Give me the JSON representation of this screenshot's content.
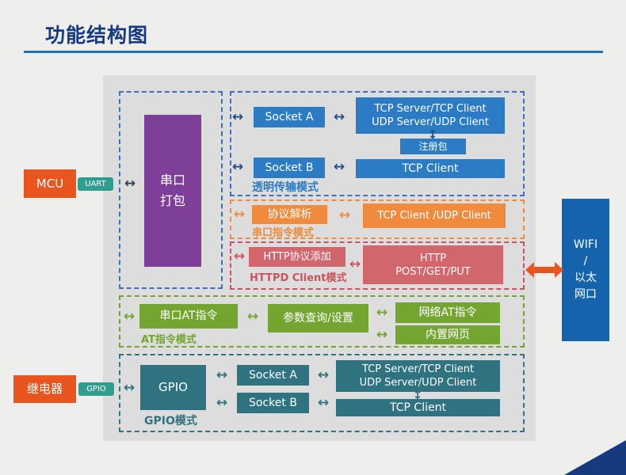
{
  "palette": {
    "bg": "#eeefec",
    "panel": "#dcdddc",
    "navy": "#173a7e",
    "rule-blue": "#1e74b8",
    "blue": "#2b7cc5",
    "blue-border": "#3d6fc1",
    "arrow-navy": "#1f4e8c",
    "purple": "#7d3f98",
    "orange": "#f08a3d",
    "orange-red": "#e8551e",
    "red": "#d2666d",
    "red-border": "#c9545e",
    "green": "#74a531",
    "teal": "#2f7280",
    "teal-badge": "#2f9e8f",
    "wifi-blue": "#1563ac",
    "arrow-dark": "#333f52"
  },
  "icons": {
    "h_arrow": "↔",
    "v_arrow": "↕"
  },
  "title": "功能结构图",
  "left": {
    "mcu": "MCU",
    "uart": "UART",
    "relay": "继电器",
    "gpio": "GPIO"
  },
  "right": {
    "wifi": [
      "WIFI",
      "/",
      "以太",
      "网口"
    ]
  },
  "serial_pack": {
    "line1": "串口",
    "line2": "打包"
  },
  "transparent": {
    "socket_a": "Socket A",
    "socket_b": "Socket B",
    "server1": "TCP Server/TCP Client",
    "server2": "UDP Server/UDP Client",
    "register": "注册包",
    "tcp_client": "TCP Client",
    "label": "透明传输模式"
  },
  "serial_cmd": {
    "parse": "协议解析",
    "client": "TCP Client /UDP Client",
    "label": "串口指令模式"
  },
  "httpd": {
    "add": "HTTP协议添加",
    "http1": "HTTP",
    "http2": "POST/GET/PUT",
    "label": "HTTPD Client模式"
  },
  "at": {
    "serial_at": "串口AT指令",
    "query": "参数查询/设置",
    "net_at": "网络AT指令",
    "web": "内置网页",
    "label": "AT指令模式"
  },
  "gpio": {
    "box": "GPIO",
    "socket_a": "Socket A",
    "socket_b": "Socket B",
    "server1": "TCP Server/TCP Client",
    "server2": "UDP Server/UDP Client",
    "tcp_client": "TCP Client",
    "label": "GPIO模式"
  }
}
